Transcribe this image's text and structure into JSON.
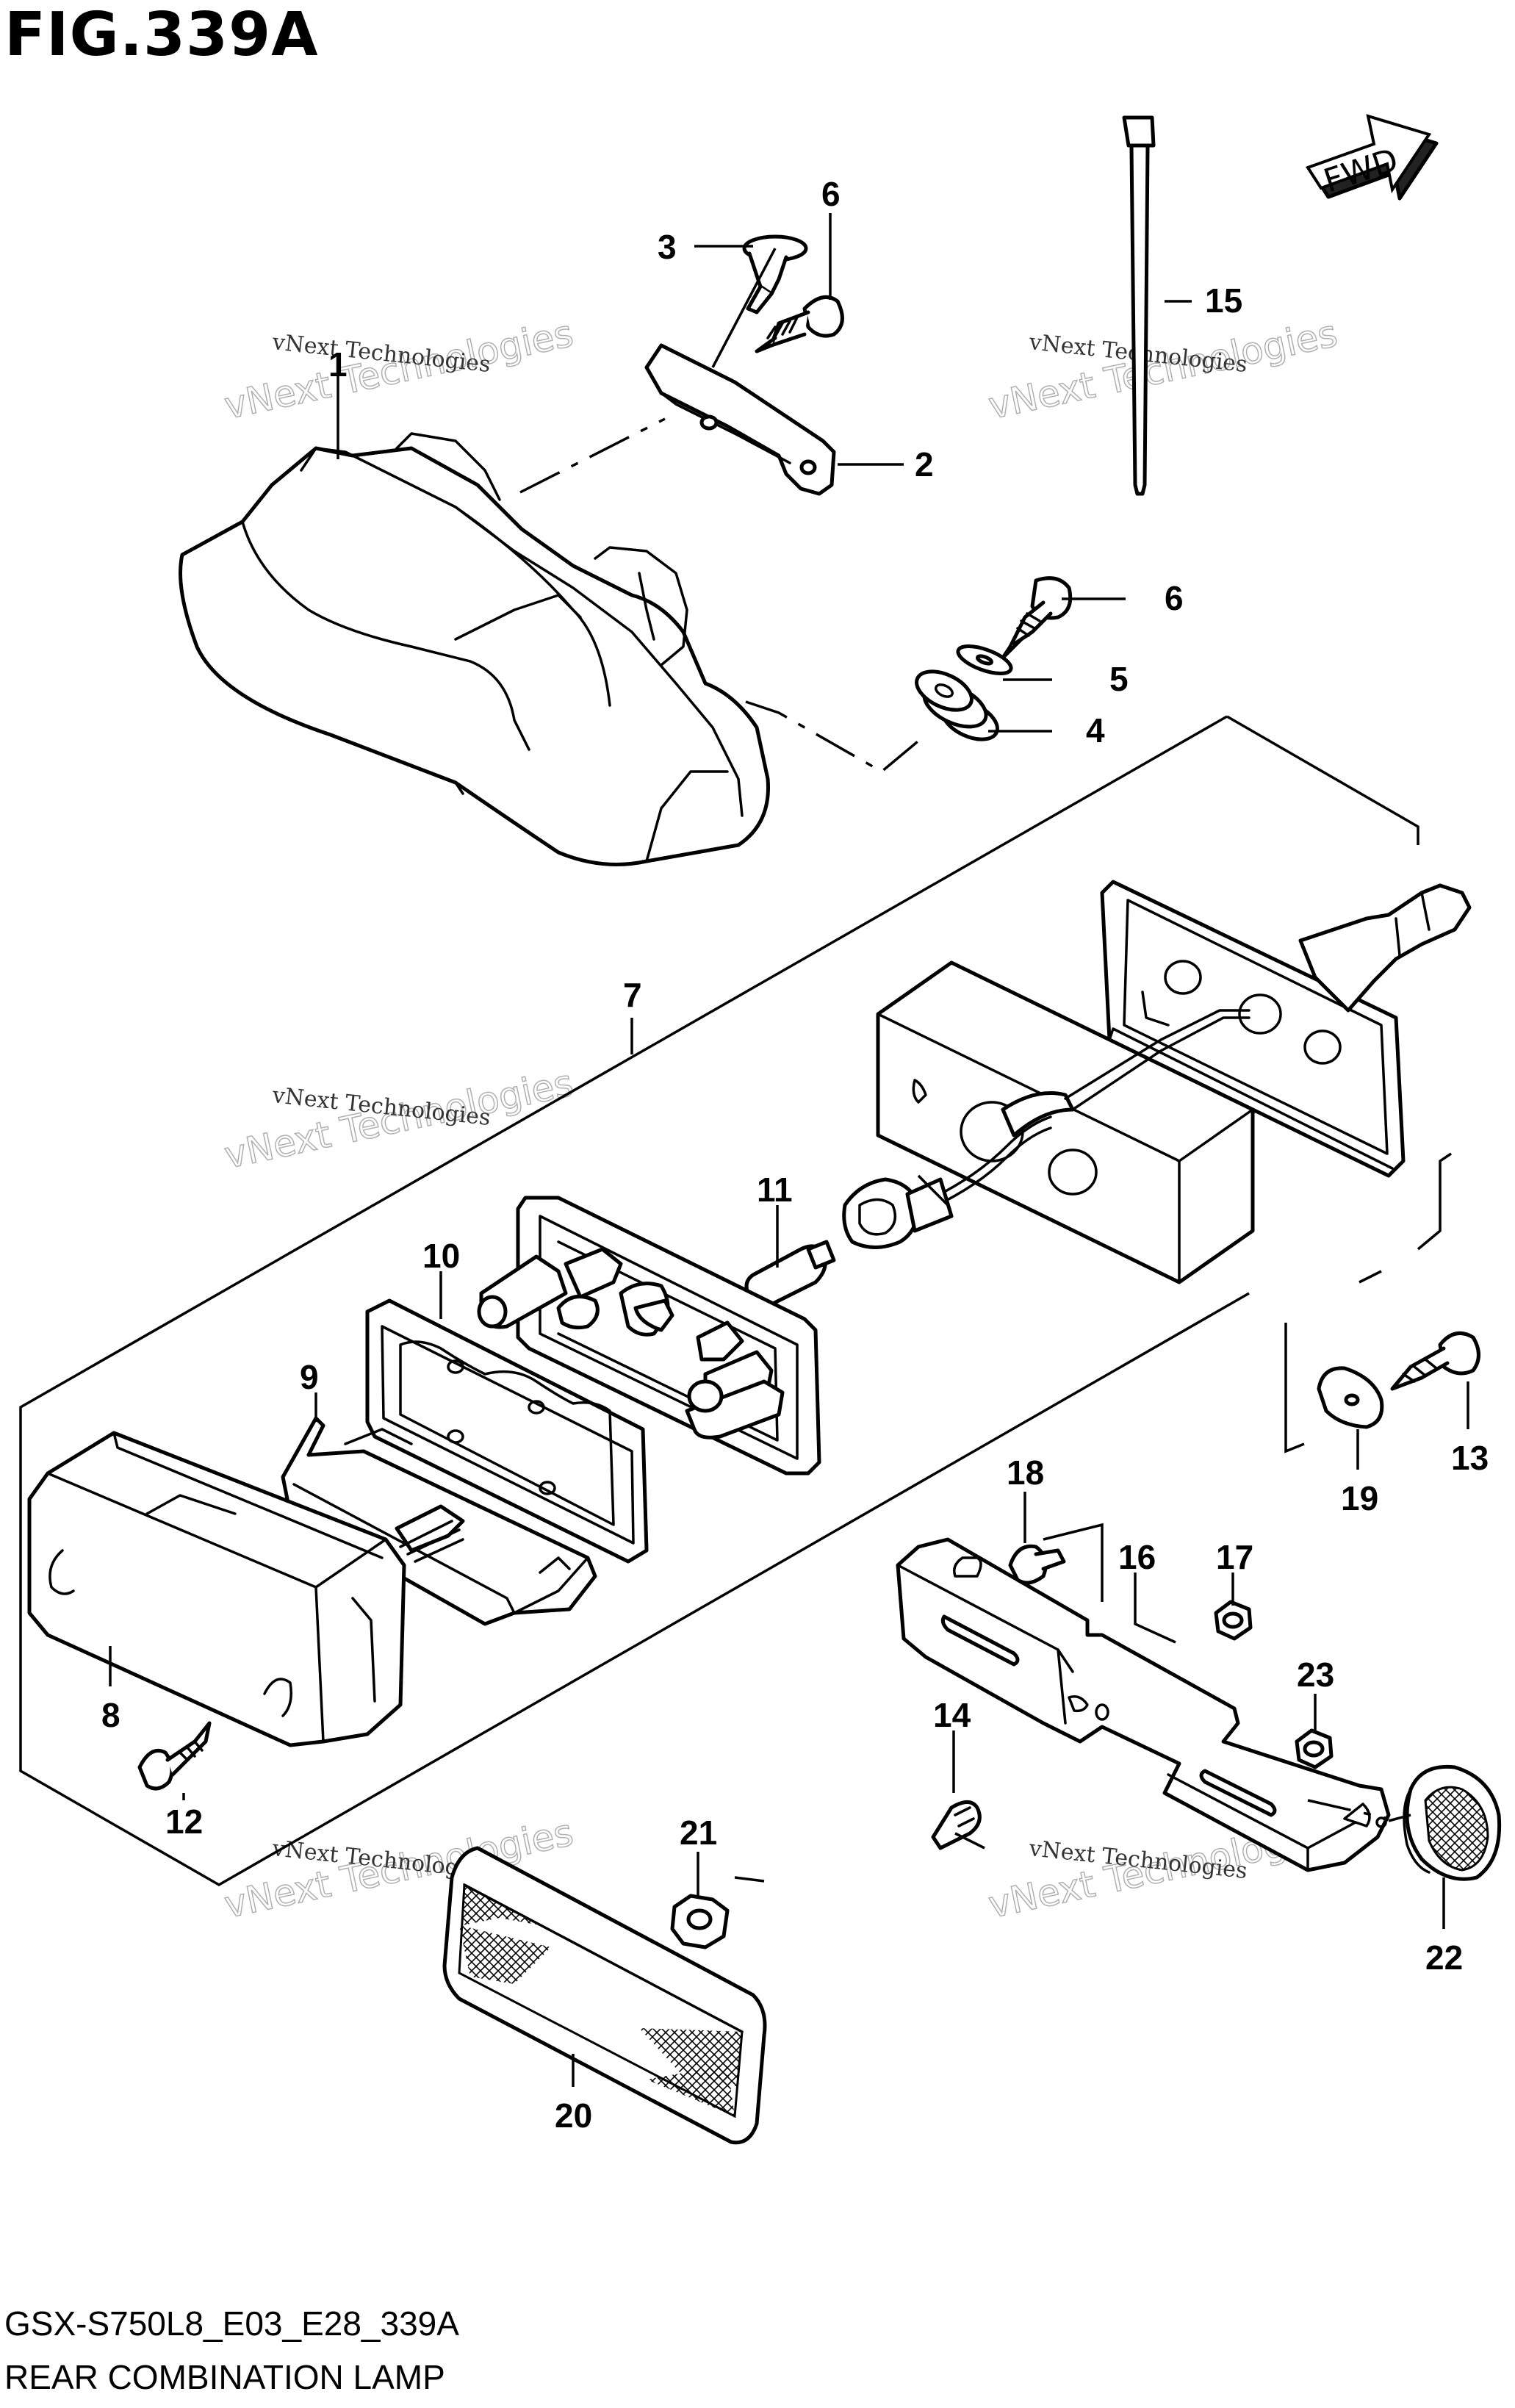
{
  "figure": {
    "title": "FIG.339A",
    "code": "GSX-S750L8_E03_E28_339A",
    "name": "REAR COMBINATION LAMP",
    "direction_label": "FWD"
  },
  "watermark": {
    "line1": "vNext Technologies",
    "line2": "vNext Technologies"
  },
  "callouts": [
    {
      "id": "callout-1",
      "label": "1"
    },
    {
      "id": "callout-2",
      "label": "2"
    },
    {
      "id": "callout-3",
      "label": "3"
    },
    {
      "id": "callout-4",
      "label": "4"
    },
    {
      "id": "callout-5",
      "label": "5"
    },
    {
      "id": "callout-6a",
      "label": "6"
    },
    {
      "id": "callout-6b",
      "label": "6"
    },
    {
      "id": "callout-7",
      "label": "7"
    },
    {
      "id": "callout-8",
      "label": "8"
    },
    {
      "id": "callout-9",
      "label": "9"
    },
    {
      "id": "callout-10",
      "label": "10"
    },
    {
      "id": "callout-11",
      "label": "11"
    },
    {
      "id": "callout-12",
      "label": "12"
    },
    {
      "id": "callout-13",
      "label": "13"
    },
    {
      "id": "callout-14",
      "label": "14"
    },
    {
      "id": "callout-15",
      "label": "15"
    },
    {
      "id": "callout-16",
      "label": "16"
    },
    {
      "id": "callout-17",
      "label": "17"
    },
    {
      "id": "callout-18",
      "label": "18"
    },
    {
      "id": "callout-19",
      "label": "19"
    },
    {
      "id": "callout-20",
      "label": "20"
    },
    {
      "id": "callout-21",
      "label": "21"
    },
    {
      "id": "callout-22",
      "label": "22"
    },
    {
      "id": "callout-23",
      "label": "23"
    }
  ]
}
